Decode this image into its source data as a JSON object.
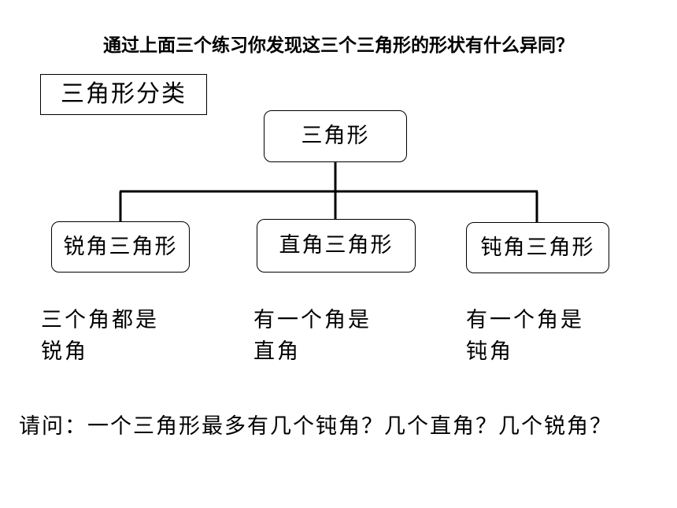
{
  "header": {
    "question": "通过上面三个练习你发现这三个三角形的形状有什么异同？"
  },
  "section": {
    "title": "三角形分类"
  },
  "tree": {
    "root": "三角形",
    "children": [
      {
        "label": "锐角三角形",
        "desc_line1": "三个角都是",
        "desc_line2": "锐角"
      },
      {
        "label": "直角三角形",
        "desc_line1": "有一个角是",
        "desc_line2": "直角"
      },
      {
        "label": "钝角三角形",
        "desc_line1": "有一个角是",
        "desc_line2": "钝角"
      }
    ]
  },
  "footer": {
    "question": "请问：一个三角形最多有几个钝角？几个直角？几个锐角？"
  }
}
